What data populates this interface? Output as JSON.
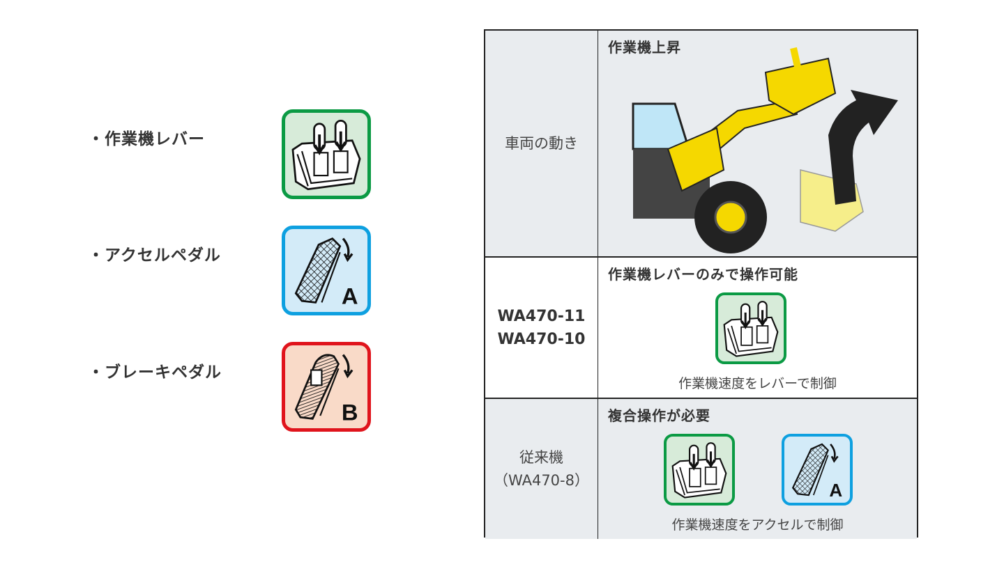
{
  "legend": [
    {
      "label": "・作業機レバー",
      "icon": "lever-icon",
      "color": "#0b9a44"
    },
    {
      "label": "・アクセルペダル",
      "icon": "accelerator-pedal-icon",
      "color": "#0ea0e0",
      "badge": "A"
    },
    {
      "label": "・ブレーキペダル",
      "icon": "brake-pedal-icon",
      "color": "#e0141c",
      "badge": "B"
    }
  ],
  "table": {
    "rows": [
      {
        "label": "車両の動き",
        "heading": "作業機上昇"
      },
      {
        "label_lines": [
          "WA470-11",
          "WA470-10"
        ],
        "heading": "作業機レバーのみで操作可能",
        "caption": "作業機速度をレバーで制御"
      },
      {
        "label_lines": [
          "従来機",
          "（WA470-8）"
        ],
        "heading": "複合操作が必要",
        "caption": "作業機速度をアクセルで制御",
        "badge": "A"
      }
    ]
  }
}
